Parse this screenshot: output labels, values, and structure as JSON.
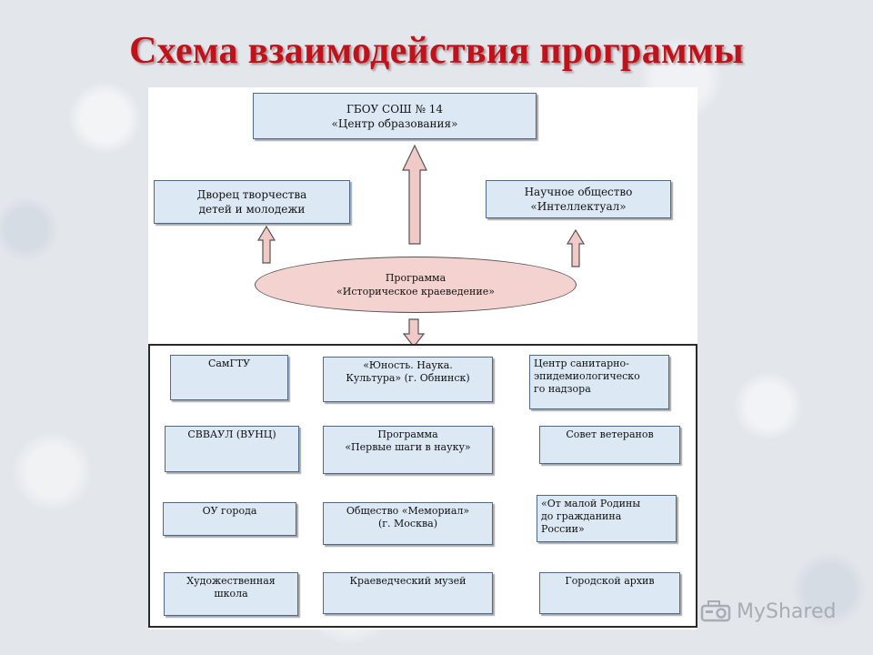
{
  "title": "Схема взаимодействия  программы",
  "diagram": {
    "top_box": "ГБОУ СОШ № 14\n«Центр образования»",
    "left_box": "Дворец творчества\nдетей и молодежи",
    "right_box": "Научное общество\n«Интеллектуал»",
    "program": "Программа\n«Историческое краеведение»",
    "partners": [
      "СамГТУ",
      "«Юность. Наука.\nКультура» (г. Обнинск)",
      "Центр санитарно-\nэпидемиологическо\nго надзора",
      "СВВАУЛ (ВУНЦ)",
      "Программа\n«Первые шаги в науку»",
      "Совет ветеранов",
      "ОУ города",
      "Общество «Мемориал»\n(г. Москва)",
      "«От малой Родины\nдо гражданина\nРоссии»",
      "Художественная\nшкола",
      "Краеведческий музей",
      "Городской архив"
    ]
  },
  "watermark": {
    "text": "MyShared",
    "icon": "projector-icon"
  },
  "colors": {
    "title": "#c0121a",
    "box_fill": "#dce8f4",
    "oval_fill": "#f3d2d0",
    "arrow_fill": "#f1c9c7"
  }
}
